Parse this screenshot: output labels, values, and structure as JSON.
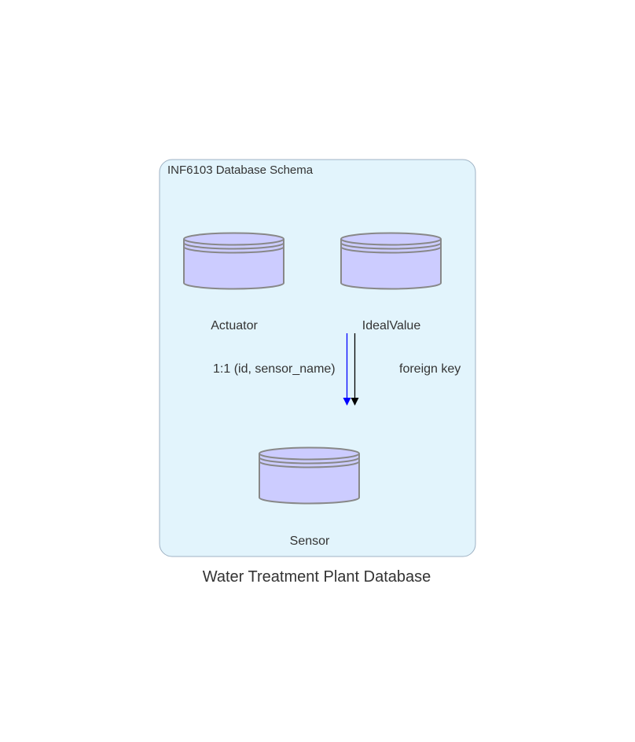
{
  "diagram": {
    "title": "Water Treatment Plant Database",
    "cluster": {
      "label": "INF6103 Database Schema"
    },
    "nodes": {
      "actuator": {
        "label": "Actuator",
        "shape": "database-cylinder-icon"
      },
      "ideal_value": {
        "label": "IdealValue",
        "shape": "database-cylinder-icon"
      },
      "sensor": {
        "label": "Sensor",
        "shape": "database-cylinder-icon"
      }
    },
    "edges": [
      {
        "label": "1:1 (id, sensor_name)",
        "color": "#0000ff",
        "from": "IdealValue",
        "to": "Sensor"
      },
      {
        "label": "foreign key",
        "color": "#000000",
        "from": "IdealValue",
        "to": "Sensor"
      }
    ],
    "colors": {
      "cluster_fill": "#e2f4fc",
      "cluster_stroke": "#9fb2c4",
      "node_fill": "#ccccff",
      "node_stroke": "#888888"
    }
  }
}
